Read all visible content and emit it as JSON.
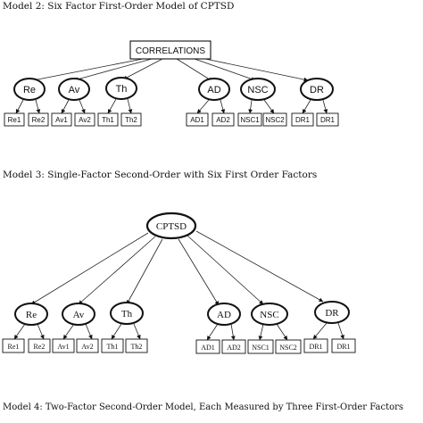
{
  "model2": {
    "caption": "Model 2: Six Factor First-Order Model of CPTSD",
    "top_label": "CORRELATIONS",
    "factors": [
      {
        "label": "Re",
        "indicators": [
          "Re1",
          "Re2"
        ]
      },
      {
        "label": "Av",
        "indicators": [
          "Av1",
          "Av2"
        ]
      },
      {
        "label": "Th",
        "indicators": [
          "Th1",
          "Th2"
        ]
      },
      {
        "label": "AD",
        "indicators": [
          "AD1",
          "AD2"
        ]
      },
      {
        "label": "NSC",
        "indicators": [
          "NSC1",
          "NSC2"
        ]
      },
      {
        "label": "DR",
        "indicators": [
          "DR1",
          "DR1"
        ]
      }
    ]
  },
  "model3": {
    "caption": "Model 3: Single-Factor Second-Order with Six First Order Factors",
    "top_label": "CPTSD",
    "factors": [
      {
        "label": "Re",
        "indicators": [
          "Re1",
          "Re2"
        ]
      },
      {
        "label": "Av",
        "indicators": [
          "Av1",
          "Av2"
        ]
      },
      {
        "label": "Th",
        "indicators": [
          "Th1",
          "Th2"
        ]
      },
      {
        "label": "AD",
        "indicators": [
          "AD1",
          "AD2"
        ]
      },
      {
        "label": "NSC",
        "indicators": [
          "NSC1",
          "NSC2"
        ]
      },
      {
        "label": "DR",
        "indicators": [
          "DR1",
          "DR1"
        ]
      }
    ]
  },
  "model4": {
    "caption": "Model 4: Two-Factor Second-Order Model, Each Measured by Three First-Order Factors"
  }
}
